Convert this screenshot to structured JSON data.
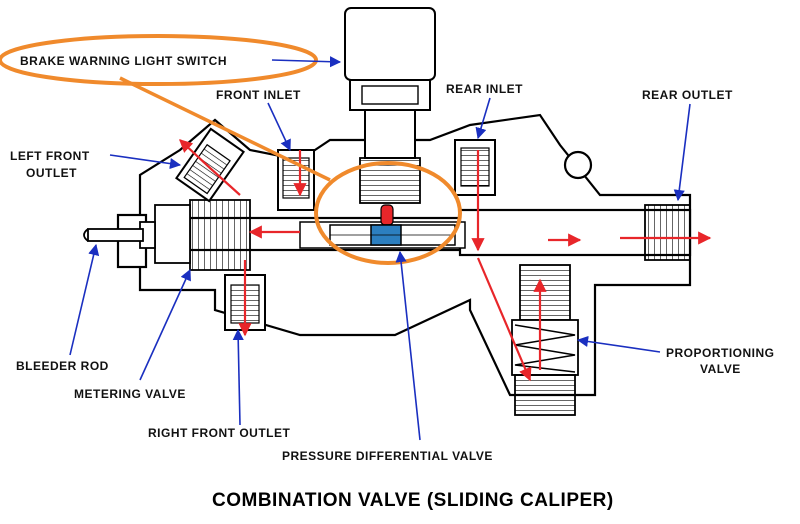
{
  "labels": {
    "brake_warning_light_switch": "BRAKE WARNING LIGHT SWITCH",
    "front_inlet": "FRONT INLET",
    "rear_inlet": "REAR INLET",
    "rear_outlet": "REAR OUTLET",
    "left_front_outlet_line1": "LEFT FRONT",
    "left_front_outlet_line2": "OUTLET",
    "bleeder_rod": "BLEEDER ROD",
    "metering_valve": "METERING VALVE",
    "right_front_outlet": "RIGHT FRONT OUTLET",
    "pressure_differential_valve": "PRESSURE DIFFERENTIAL VALVE",
    "proportioning_valve_line1": "PROPORTIONING",
    "proportioning_valve_line2": "VALVE"
  },
  "title": "COMBINATION VALVE (SLIDING CALIPER)",
  "colors": {
    "highlight": "#f08a2c",
    "leader": "#1a2fc0",
    "flow_arrow": "#e8262a",
    "piston_blue": "#2c7fc0",
    "switch_plunger": "#e8262a"
  }
}
